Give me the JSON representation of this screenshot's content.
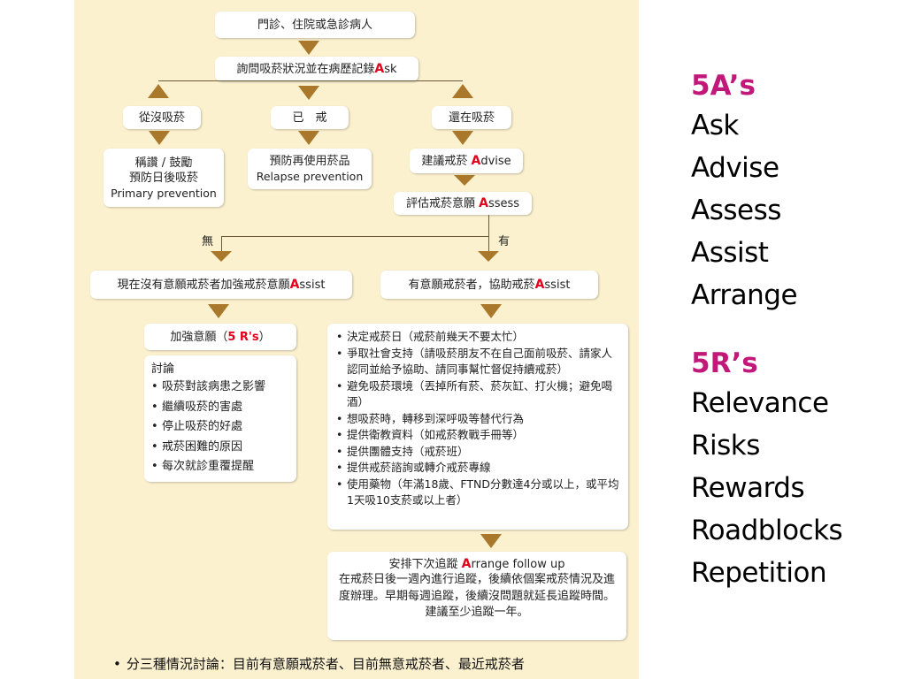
{
  "flow": {
    "top": "門診、住院或急診病人",
    "ask": {
      "text": "詢問吸菸狀況並在病歷記錄",
      "letter": "A",
      "rest": "sk"
    },
    "never": "從沒吸菸",
    "quit": "已　戒",
    "still": "還在吸菸",
    "praise": {
      "line1": "稱讚 / 鼓勵",
      "line2": "預防日後吸菸",
      "line3": "Primary prevention"
    },
    "relapse": {
      "line1": "預防再使用菸品",
      "line2": "Relapse prevention"
    },
    "advise": {
      "text": "建議戒菸 ",
      "letter": "A",
      "rest": "dvise"
    },
    "assess": {
      "text": "評估戒菸意願 ",
      "letter": "A",
      "rest": "ssess"
    },
    "branch_no": "無",
    "branch_yes": "有",
    "no_assist": {
      "text": "現在沒有意願戒菸者加強戒菸意願",
      "letter": "A",
      "rest": "ssist"
    },
    "yes_assist": {
      "text": "有意願戒菸者，協助戒菸",
      "letter": "A",
      "rest": "ssist"
    },
    "five_r": {
      "text": "加強意願（",
      "red": "5 R's",
      "close": "）"
    },
    "discuss": {
      "title": "討論",
      "items": [
        "吸菸對該病患之影響",
        "繼續吸菸的害處",
        "停止吸菸的好處",
        "戒菸困難的原因",
        "每次就診重覆提醒"
      ]
    },
    "assist_items": [
      "決定戒菸日（戒菸前幾天不要太忙）",
      "爭取社會支持（請吸菸朋友不在自己面前吸菸、請家人認同並給予協助、請同事幫忙督促持續戒菸）",
      "避免吸菸環境（丟掉所有菸、菸灰缸、打火機；避免喝酒）",
      "想吸菸時，轉移到深呼吸等替代行為",
      "提供衛教資料（如戒菸教戰手冊等）",
      "提供團體支持（戒菸班）",
      "提供戒菸諮詢或轉介戒菸專線",
      "使用藥物（年滿18歲、FTND分數達4分或以上，或平均1天吸10支菸或以上者）"
    ],
    "arrange": {
      "title_text": "安排下次追蹤 ",
      "letter": "A",
      "rest": "rrange follow up",
      "body": "在戒菸日後一週內進行追蹤，後續依個案戒菸情況及進度辦理。早期每週追蹤，後續沒問題就延長追蹤時間。建議至少追蹤一年。"
    }
  },
  "footer_note": "分三種情況討論：目前有意願戒菸者、目前無意戒菸者、最近戒菸者",
  "right": {
    "five_a_header": "5A’s",
    "five_a": [
      "Ask",
      "Advise",
      "Assess",
      "Assist",
      "Arrange"
    ],
    "five_r_header": "5R’s",
    "five_r": [
      "Relevance",
      "Risks",
      "Rewards",
      "Roadblocks",
      "Repetition"
    ]
  },
  "colors": {
    "panel_bg": "#fbf1cf",
    "arrow": "#a9782a",
    "accent_red": "#e3001b",
    "header_magenta": "#c2187a"
  }
}
